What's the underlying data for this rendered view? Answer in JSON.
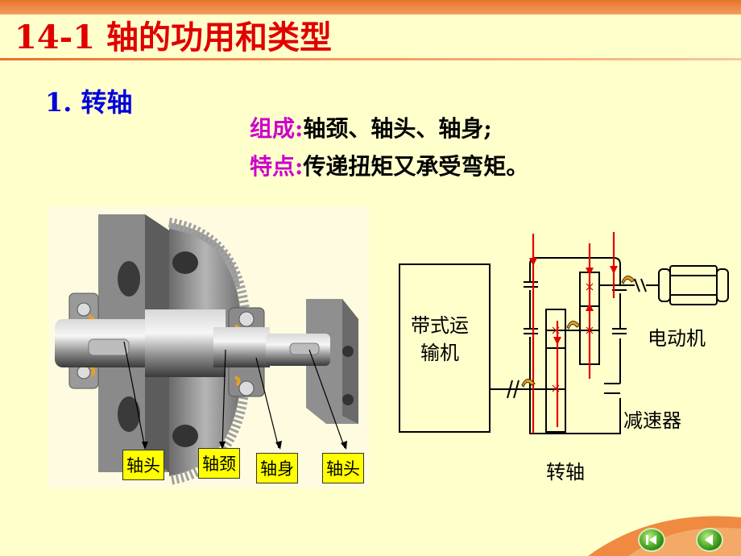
{
  "slide": {
    "title": "14-1  轴的功用和类型",
    "section": "1.  转轴",
    "composition_label": "组成:",
    "composition_text": "轴颈、轴头、轴身;",
    "feature_label": "特点:",
    "feature_text": "传递扭矩又承受弯矩。"
  },
  "photo_tags": [
    "轴头",
    "轴颈",
    "轴身",
    "轴头"
  ],
  "diagram": {
    "belt_conveyor_line1": "带式运",
    "belt_conveyor_line2": "输机",
    "motor": "电动机",
    "reducer": "减速器",
    "rotating_shaft": "转轴"
  },
  "colors": {
    "background": "#ffffcc",
    "title": "#e00000",
    "section": "#0000dd",
    "label": "#cc00cc",
    "tag": "#ffff00",
    "arrow": "#e00000"
  },
  "nav": {
    "first_icon": "first-slide-icon",
    "prev_icon": "prev-slide-icon"
  }
}
